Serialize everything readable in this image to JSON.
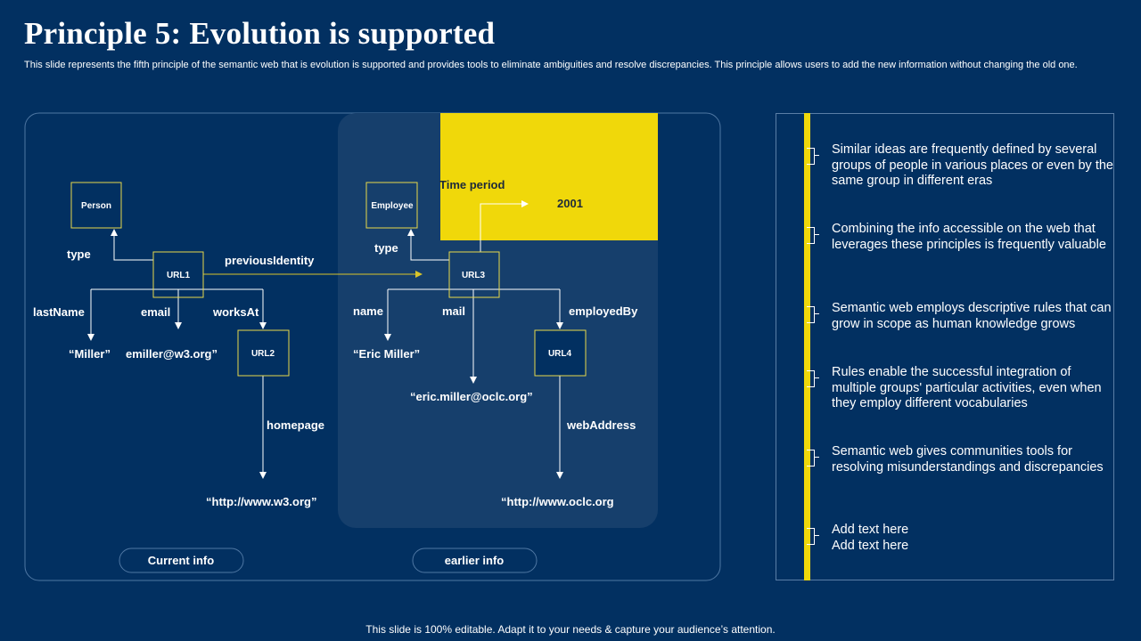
{
  "title": "Principle 5: Evolution is supported",
  "subtitle": "This slide represents the fifth principle of the semantic web that is evolution is supported and provides tools to eliminate ambiguities and resolve discrepancies. This principle allows users to add the new information without changing the old one.",
  "diagram": {
    "nodes": {
      "person": "Person",
      "url1": "URL1",
      "url2": "URL2",
      "employee": "Employee",
      "url3": "URL3",
      "url4": "URL4"
    },
    "edges": {
      "type_left": "type",
      "previous_identity": "previousIdentity",
      "last_name": "lastName",
      "email": "email",
      "works_at": "worksAt",
      "homepage": "homepage",
      "type_right": "type",
      "name": "name",
      "mail": "mail",
      "employed_by": "employedBy",
      "web_address": "webAddress",
      "time_period": "Time period"
    },
    "literals": {
      "miller": "“Miller”",
      "emiller": "emiller@w3.org”",
      "w3_url": "“http://www.w3.org”",
      "eric_miller": "“Eric Miller”",
      "eric_email": "“eric.miller@oclc.org”",
      "oclc_url": "“http://www.oclc.org",
      "year": "2001"
    },
    "pills": {
      "current": "Current info",
      "earlier": "earlier info"
    }
  },
  "points": [
    "Similar ideas are frequently defined by several groups of people in various places or even by the same group in different eras",
    "Combining the info accessible on the web that leverages these principles is frequently valuable",
    "Semantic web employs descriptive rules that can grow in scope as human knowledge grows",
    "Rules enable the successful integration of multiple groups' particular activities, even when they employ different vocabularies",
    "Semantic web gives communities tools for resolving misunderstandings and discrepancies",
    "Add text here\nAdd text here"
  ],
  "footer": "This slide is 100% editable. Adapt it to your needs & capture your audience’s attention.",
  "colors": {
    "background": "#023061",
    "accent_yellow": "#f0d80a",
    "panel_fill": "#163f6c",
    "node_border": "#e8d84a"
  }
}
